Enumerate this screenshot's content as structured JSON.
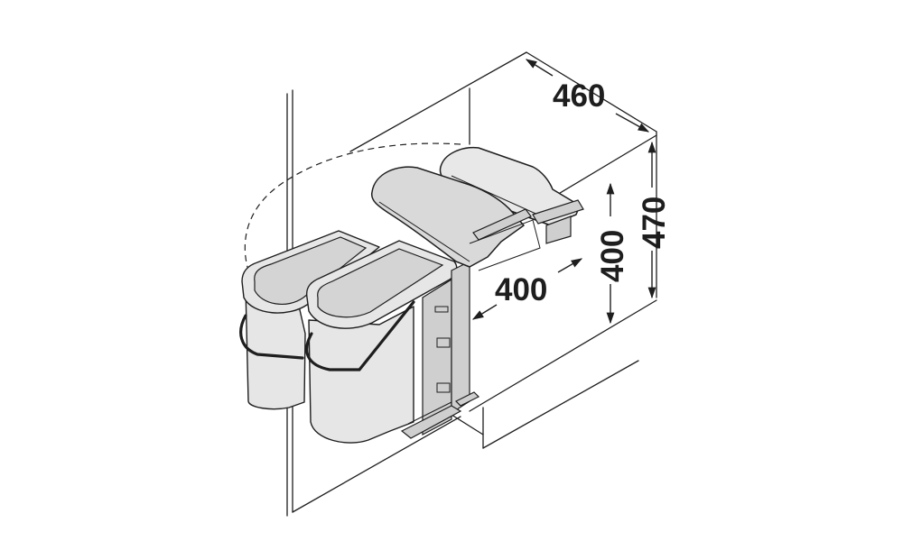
{
  "dimensions": {
    "depth": "460",
    "height_outer": "470",
    "height_inner": "400",
    "width": "400"
  },
  "colors": {
    "line": "#1e1e1e",
    "bin_fill": "#e6e6e6",
    "lid_fill": "#d9d9d9",
    "background": "#ffffff"
  }
}
